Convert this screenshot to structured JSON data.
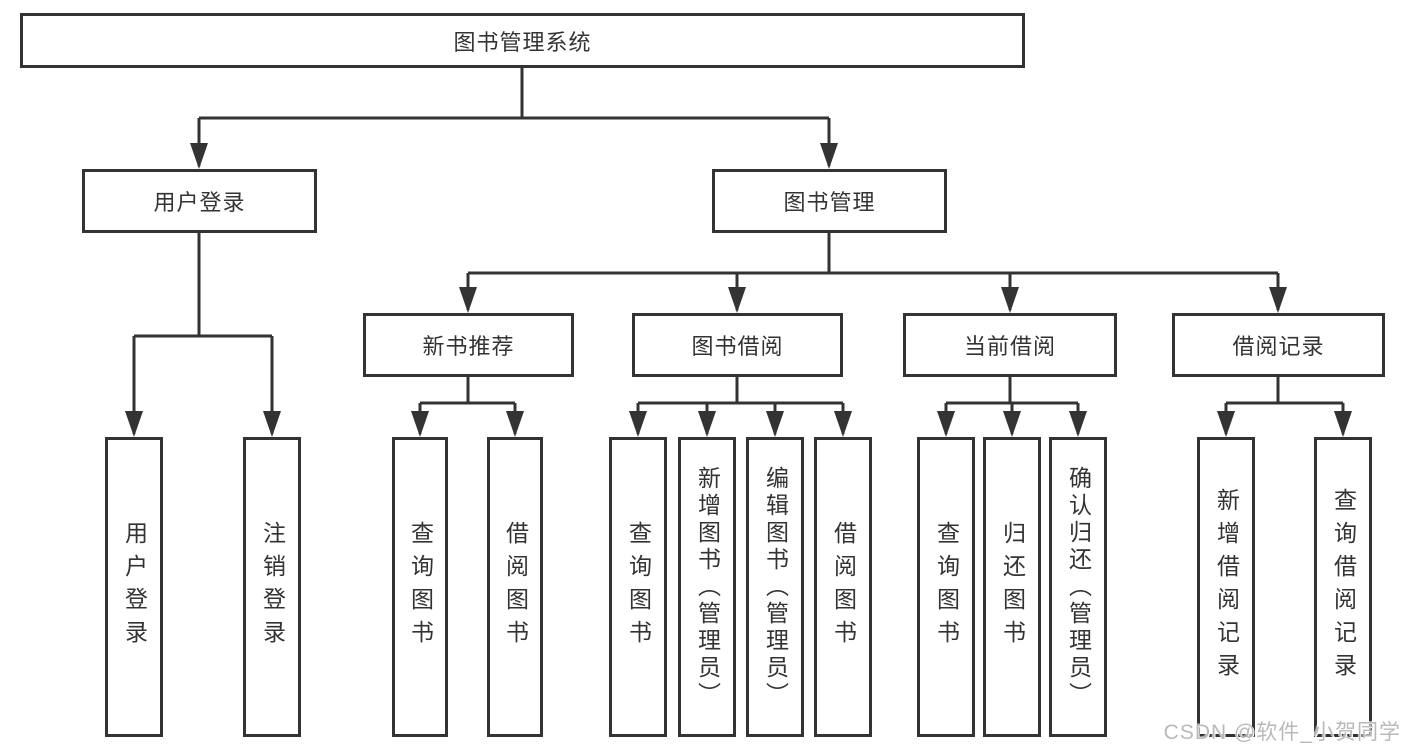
{
  "diagram": {
    "colors": {
      "line": "#333333",
      "box_border": "#333333",
      "box_background": "#ffffff",
      "text": "#333333",
      "watermark": "#b9b9b9"
    },
    "tree": {
      "label": "图书管理系统",
      "children": [
        {
          "label": "用户登录",
          "children": [
            {
              "label": "用户登录"
            },
            {
              "label": "注销登录"
            }
          ]
        },
        {
          "label": "图书管理",
          "children": [
            {
              "label": "新书推荐",
              "children": [
                {
                  "label": "查询图书"
                },
                {
                  "label": "借阅图书"
                }
              ]
            },
            {
              "label": "图书借阅",
              "children": [
                {
                  "label": "查询图书"
                },
                {
                  "label": "新增图书（管理员）"
                },
                {
                  "label": "编辑图书（管理员）"
                },
                {
                  "label": "借阅图书"
                }
              ]
            },
            {
              "label": "当前借阅",
              "children": [
                {
                  "label": "查询图书"
                },
                {
                  "label": "归还图书"
                },
                {
                  "label": "确认归还（管理员）"
                }
              ]
            },
            {
              "label": "借阅记录",
              "children": [
                {
                  "label": "新增借阅记录"
                },
                {
                  "label": "查询借阅记录"
                }
              ]
            }
          ]
        }
      ]
    },
    "watermark": "CSDN @软件_小贺同学"
  }
}
